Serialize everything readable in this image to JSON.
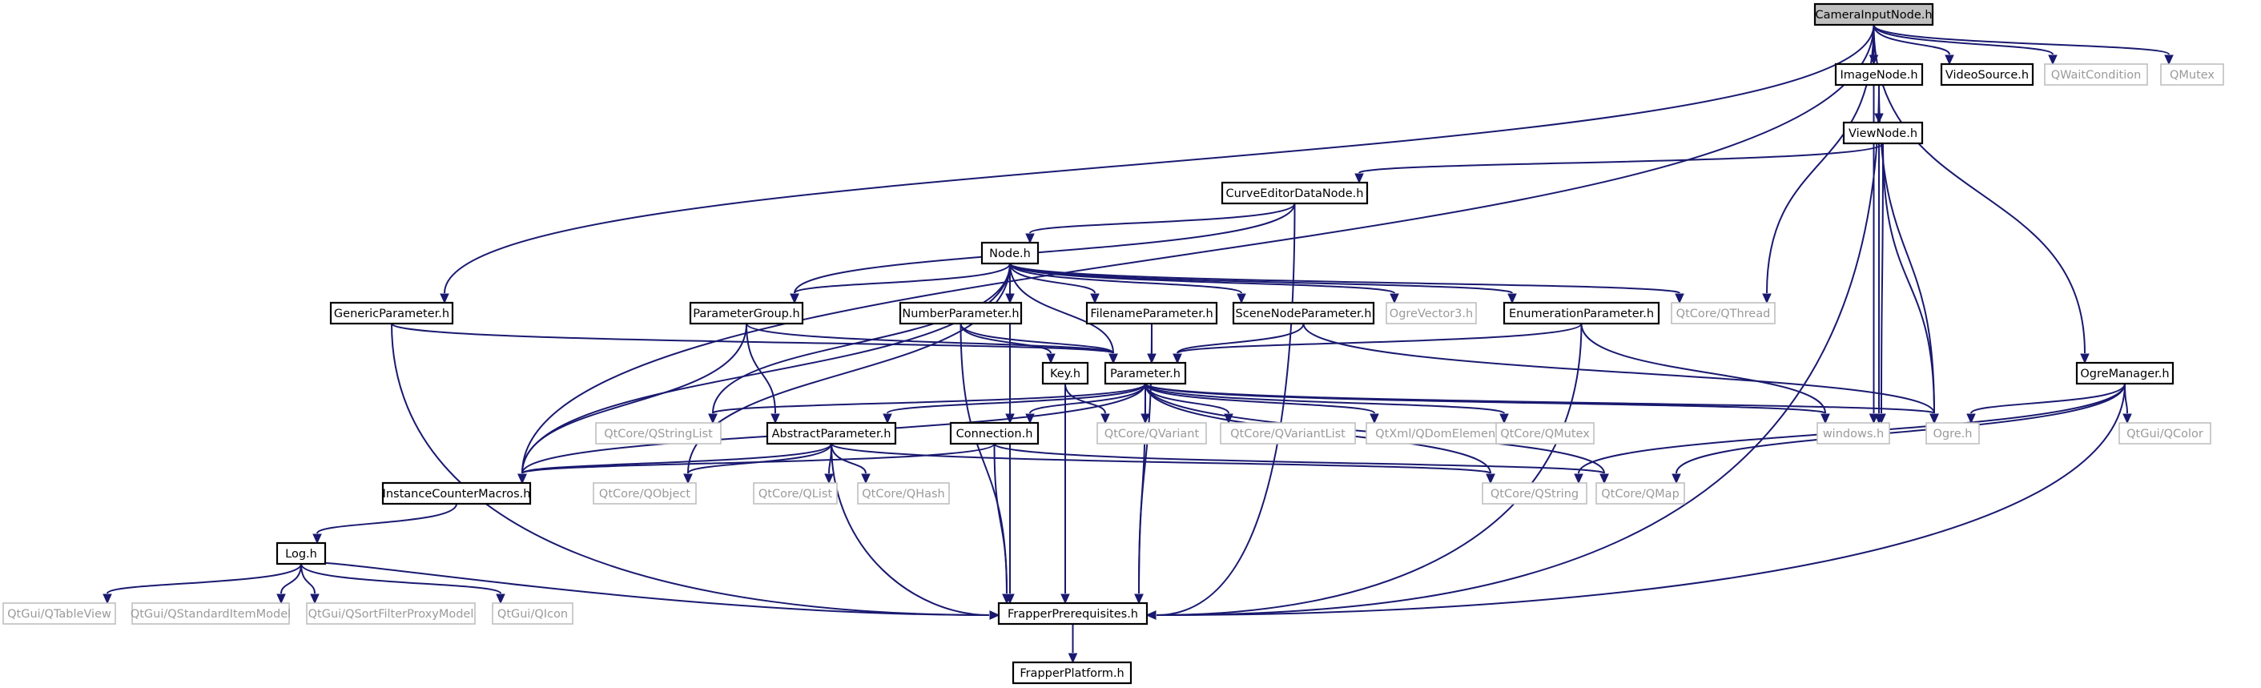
{
  "diagram": {
    "type": "include-dependency-graph",
    "colors": {
      "edge": "#191970",
      "root_fill": "#bfbfbf",
      "internal_border": "#000000",
      "external_border": "#bfbfbf",
      "external_text": "#9a9a9a"
    },
    "nodes": [
      {
        "id": "CameraInputNode",
        "label": "CameraInputNode.h",
        "kind": "root"
      },
      {
        "id": "ImageNode",
        "label": "ImageNode.h",
        "kind": "internal"
      },
      {
        "id": "VideoSource",
        "label": "VideoSource.h",
        "kind": "internal"
      },
      {
        "id": "QWaitCondition",
        "label": "QWaitCondition",
        "kind": "external"
      },
      {
        "id": "QMutex",
        "label": "QMutex",
        "kind": "external"
      },
      {
        "id": "ViewNode",
        "label": "ViewNode.h",
        "kind": "internal"
      },
      {
        "id": "CurveEditorDataNode",
        "label": "CurveEditorDataNode.h",
        "kind": "internal"
      },
      {
        "id": "NodeH",
        "label": "Node.h",
        "kind": "internal"
      },
      {
        "id": "GenericParameter",
        "label": "GenericParameter.h",
        "kind": "internal"
      },
      {
        "id": "ParameterGroup",
        "label": "ParameterGroup.h",
        "kind": "internal"
      },
      {
        "id": "NumberParameter",
        "label": "NumberParameter.h",
        "kind": "internal"
      },
      {
        "id": "FilenameParameter",
        "label": "FilenameParameter.h",
        "kind": "internal"
      },
      {
        "id": "SceneNodeParameter",
        "label": "SceneNodeParameter.h",
        "kind": "internal"
      },
      {
        "id": "OgreVector3",
        "label": "OgreVector3.h",
        "kind": "external"
      },
      {
        "id": "EnumerationParameter",
        "label": "EnumerationParameter.h",
        "kind": "internal"
      },
      {
        "id": "QThread",
        "label": "QtCore/QThread",
        "kind": "external"
      },
      {
        "id": "OgreManager",
        "label": "OgreManager.h",
        "kind": "internal"
      },
      {
        "id": "KeyH",
        "label": "Key.h",
        "kind": "internal"
      },
      {
        "id": "ParameterH",
        "label": "Parameter.h",
        "kind": "internal"
      },
      {
        "id": "QStringList",
        "label": "QtCore/QStringList",
        "kind": "external"
      },
      {
        "id": "AbstractParameter",
        "label": "AbstractParameter.h",
        "kind": "internal"
      },
      {
        "id": "Connection",
        "label": "Connection.h",
        "kind": "internal"
      },
      {
        "id": "QVariant",
        "label": "QtCore/QVariant",
        "kind": "external"
      },
      {
        "id": "QVariantList",
        "label": "QtCore/QVariantList",
        "kind": "external"
      },
      {
        "id": "QDomElement",
        "label": "QtXml/QDomElement",
        "kind": "external"
      },
      {
        "id": "QtCoreQMutex",
        "label": "QtCore/QMutex",
        "kind": "external"
      },
      {
        "id": "WindowsH",
        "label": "windows.h",
        "kind": "external"
      },
      {
        "id": "OgreH",
        "label": "Ogre.h",
        "kind": "external"
      },
      {
        "id": "QColor",
        "label": "QtGui/QColor",
        "kind": "external"
      },
      {
        "id": "InstanceCounterMacros",
        "label": "InstanceCounterMacros.h",
        "kind": "internal"
      },
      {
        "id": "QObject",
        "label": "QtCore/QObject",
        "kind": "external"
      },
      {
        "id": "QList",
        "label": "QtCore/QList",
        "kind": "external"
      },
      {
        "id": "QHash",
        "label": "QtCore/QHash",
        "kind": "external"
      },
      {
        "id": "QString",
        "label": "QtCore/QString",
        "kind": "external"
      },
      {
        "id": "QMap",
        "label": "QtCore/QMap",
        "kind": "external"
      },
      {
        "id": "LogH",
        "label": "Log.h",
        "kind": "internal"
      },
      {
        "id": "QTableView",
        "label": "QtGui/QTableView",
        "kind": "external"
      },
      {
        "id": "QStandardItemModel",
        "label": "QtGui/QStandardItemModel",
        "kind": "external"
      },
      {
        "id": "QSortFilterProxyModel",
        "label": "QtGui/QSortFilterProxyModel",
        "kind": "external"
      },
      {
        "id": "QIcon",
        "label": "QtGui/QIcon",
        "kind": "external"
      },
      {
        "id": "FrapperPrerequisites",
        "label": "FrapperPrerequisites.h",
        "kind": "internal"
      },
      {
        "id": "FrapperPlatform",
        "label": "FrapperPlatform.h",
        "kind": "internal"
      }
    ],
    "edges": [
      [
        "CameraInputNode",
        "ImageNode"
      ],
      [
        "CameraInputNode",
        "VideoSource"
      ],
      [
        "CameraInputNode",
        "QWaitCondition"
      ],
      [
        "CameraInputNode",
        "QMutex"
      ],
      [
        "CameraInputNode",
        "GenericParameter"
      ],
      [
        "CameraInputNode",
        "InstanceCounterMacros"
      ],
      [
        "CameraInputNode",
        "QThread"
      ],
      [
        "CameraInputNode",
        "WindowsH"
      ],
      [
        "CameraInputNode",
        "OgreManager"
      ],
      [
        "ImageNode",
        "ViewNode"
      ],
      [
        "ImageNode",
        "OgreH"
      ],
      [
        "ImageNode",
        "WindowsH"
      ],
      [
        "ImageNode",
        "FrapperPrerequisites"
      ],
      [
        "ViewNode",
        "CurveEditorDataNode"
      ],
      [
        "ViewNode",
        "OgreH"
      ],
      [
        "ViewNode",
        "WindowsH"
      ],
      [
        "CurveEditorDataNode",
        "NodeH"
      ],
      [
        "CurveEditorDataNode",
        "ParameterGroup"
      ],
      [
        "CurveEditorDataNode",
        "FrapperPrerequisites"
      ],
      [
        "NodeH",
        "ParameterGroup"
      ],
      [
        "NodeH",
        "NumberParameter"
      ],
      [
        "NodeH",
        "FilenameParameter"
      ],
      [
        "NodeH",
        "SceneNodeParameter"
      ],
      [
        "NodeH",
        "OgreVector3"
      ],
      [
        "NodeH",
        "EnumerationParameter"
      ],
      [
        "NodeH",
        "QThread"
      ],
      [
        "NodeH",
        "ParameterH"
      ],
      [
        "NodeH",
        "Connection"
      ],
      [
        "NodeH",
        "QStringList"
      ],
      [
        "NodeH",
        "InstanceCounterMacros"
      ],
      [
        "NodeH",
        "QObject"
      ],
      [
        "NodeH",
        "FrapperPrerequisites"
      ],
      [
        "GenericParameter",
        "ParameterH"
      ],
      [
        "GenericParameter",
        "FrapperPrerequisites"
      ],
      [
        "ParameterGroup",
        "ParameterH"
      ],
      [
        "ParameterGroup",
        "AbstractParameter"
      ],
      [
        "ParameterGroup",
        "InstanceCounterMacros"
      ],
      [
        "NumberParameter",
        "ParameterH"
      ],
      [
        "NumberParameter",
        "KeyH"
      ],
      [
        "NumberParameter",
        "FrapperPrerequisites"
      ],
      [
        "FilenameParameter",
        "ParameterH"
      ],
      [
        "FilenameParameter",
        "FrapperPrerequisites"
      ],
      [
        "SceneNodeParameter",
        "ParameterH"
      ],
      [
        "SceneNodeParameter",
        "OgreH"
      ],
      [
        "EnumerationParameter",
        "ParameterH"
      ],
      [
        "EnumerationParameter",
        "FrapperPrerequisites"
      ],
      [
        "EnumerationParameter",
        "WindowsH"
      ],
      [
        "KeyH",
        "QVariant"
      ],
      [
        "KeyH",
        "FrapperPrerequisites"
      ],
      [
        "ParameterH",
        "QStringList"
      ],
      [
        "ParameterH",
        "AbstractParameter"
      ],
      [
        "ParameterH",
        "Connection"
      ],
      [
        "ParameterH",
        "QVariant"
      ],
      [
        "ParameterH",
        "QVariantList"
      ],
      [
        "ParameterH",
        "QDomElement"
      ],
      [
        "ParameterH",
        "QtCoreQMutex"
      ],
      [
        "ParameterH",
        "WindowsH"
      ],
      [
        "ParameterH",
        "OgreH"
      ],
      [
        "ParameterH",
        "InstanceCounterMacros"
      ],
      [
        "ParameterH",
        "QString"
      ],
      [
        "ParameterH",
        "QMap"
      ],
      [
        "ParameterH",
        "FrapperPrerequisites"
      ],
      [
        "AbstractParameter",
        "InstanceCounterMacros"
      ],
      [
        "AbstractParameter",
        "QObject"
      ],
      [
        "AbstractParameter",
        "QList"
      ],
      [
        "AbstractParameter",
        "QHash"
      ],
      [
        "AbstractParameter",
        "QString"
      ],
      [
        "AbstractParameter",
        "FrapperPrerequisites"
      ],
      [
        "Connection",
        "InstanceCounterMacros"
      ],
      [
        "Connection",
        "QMap"
      ],
      [
        "Connection",
        "FrapperPrerequisites"
      ],
      [
        "OgreManager",
        "OgreH"
      ],
      [
        "OgreManager",
        "QColor"
      ],
      [
        "OgreManager",
        "QString"
      ],
      [
        "OgreManager",
        "QMap"
      ],
      [
        "OgreManager",
        "FrapperPrerequisites"
      ],
      [
        "InstanceCounterMacros",
        "LogH"
      ],
      [
        "LogH",
        "QTableView"
      ],
      [
        "LogH",
        "QStandardItemModel"
      ],
      [
        "LogH",
        "QSortFilterProxyModel"
      ],
      [
        "LogH",
        "QIcon"
      ],
      [
        "LogH",
        "FrapperPrerequisites"
      ],
      [
        "FrapperPrerequisites",
        "FrapperPlatform"
      ]
    ]
  }
}
